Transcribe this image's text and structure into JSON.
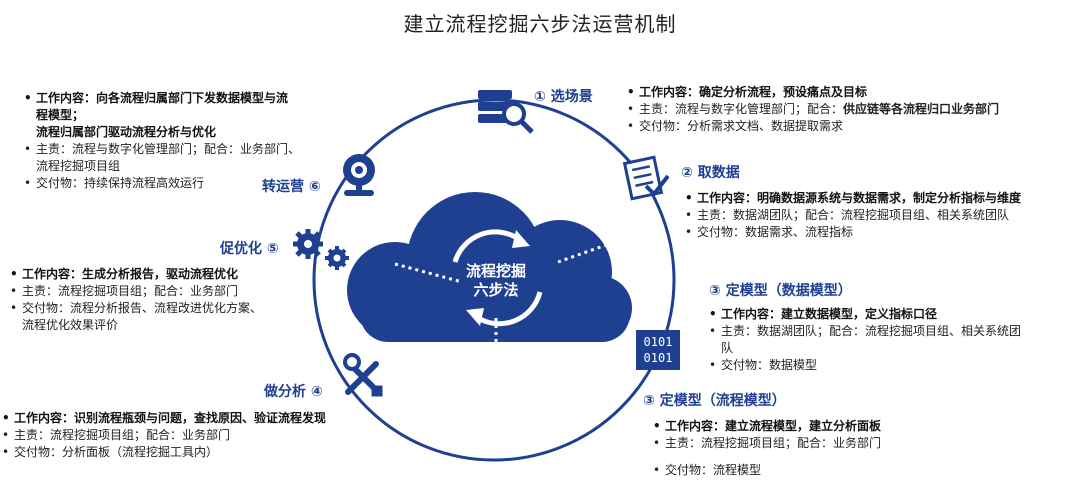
{
  "title": "建立流程挖掘六步法运营机制",
  "center": {
    "line1": "流程挖掘",
    "line2": "六步法"
  },
  "binary": {
    "line1": "0101",
    "line2": "0101"
  },
  "steps": {
    "s1": {
      "label": "① 选场景",
      "icon": "database-search-icon",
      "work_label": "工作内容：",
      "work": "确定分析流程，预设痛点及目标",
      "owner": "主责：流程与数字化管理部门；配合：",
      "owner_bold": "供应链等各流程归口业务部门",
      "deliverable": "交付物：分析需求文档、数据提取需求"
    },
    "s2": {
      "label": "② 取数据",
      "icon": "checklist-icon",
      "work": "工作内容：明确数据源系统与数据需求，制定分析指标与维度",
      "owner": "主责：数据湖团队；配合：流程挖掘项目组、相关系统团队",
      "deliverable": "交付物：数据需求、流程指标"
    },
    "s3a": {
      "label": "③ 定模型（数据模型）",
      "icon": "binary-icon",
      "work": "工作内容：建立数据模型，定义指标口径",
      "owner_line1": "主责：数据湖团队；配合：流程挖掘项目组、相关系统团",
      "owner_line2": "队",
      "deliverable": "交付物：数据模型"
    },
    "s3b": {
      "label": "③ 定模型（流程模型）",
      "work": "工作内容：建立流程模型，建立分析面板",
      "owner": "主责：流程挖掘项目组；配合：业务部门",
      "deliverable": "交付物：流程模型"
    },
    "s4": {
      "label": "做分析 ④",
      "icon": "tools-icon",
      "work": "工作内容：识别流程瓶颈与问题，查找原因、验证流程发现",
      "owner": "主责：流程挖掘项目组；配合：业务部门",
      "deliverable": "交付物：分析面板（流程挖掘工具内）"
    },
    "s5": {
      "label": "促优化 ⑤",
      "icon": "gears-icon",
      "work": "工作内容：生成分析报告，驱动流程优化",
      "owner": "主责：流程挖掘项目组；配合：业务部门",
      "deliverable_line1": "交付物：流程分析报告、流程改进优化方案、",
      "deliverable_line2": "流程优化效果评价"
    },
    "s6": {
      "label": "转运营 ⑥",
      "icon": "webcam-icon",
      "work_line1": "工作内容：向各流程归属部门下发数据模型与流",
      "work_line2": "程模型；",
      "work_line3": "流程归属部门驱动流程分析与优化",
      "owner_line1": "主责：流程与数字化管理部门；配合：业务部门、",
      "owner_line2": "流程挖掘项目组",
      "deliverable": "交付物：持续保持流程高效运行"
    }
  },
  "colors": {
    "primary": "#1f3f91",
    "text": "#222222",
    "background": "#ffffff"
  }
}
